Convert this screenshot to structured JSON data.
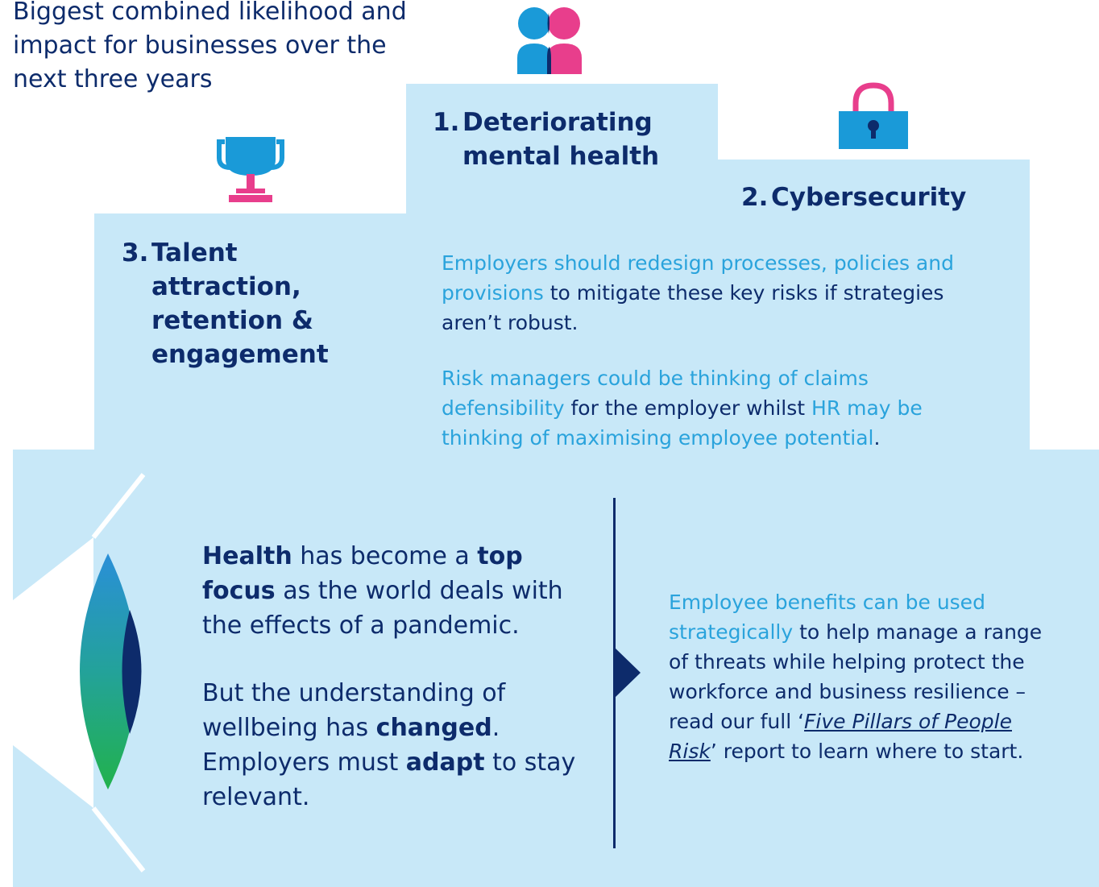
{
  "intro": "Biggest combined likelihood and impact for businesses over the next three years",
  "risks": [
    {
      "rank": "1.",
      "label": "Deteriorating mental health",
      "icon": "people-icon"
    },
    {
      "rank": "2.",
      "label": "Cybersecurity",
      "icon": "padlock-icon"
    },
    {
      "rank": "3.",
      "label": "Talent attraction, retention & engagement",
      "icon": "trophy-icon"
    }
  ],
  "middle": {
    "p1_highlight": "Employers should redesign processes, policies and provisions",
    "p1_rest": " to mitigate these key risks if strategies aren’t robust.",
    "p2_highlight1": "Risk managers could be thinking of claims defensibility",
    "p2_mid": " for the employer whilst ",
    "p2_highlight2": "HR may be thinking of maximising employee potential",
    "p2_end": "."
  },
  "health": {
    "w1": "Health",
    "t1": " has become a ",
    "w2": "top focus",
    "t2": " as the world deals with the effects of a pandemic.",
    "t3": "But the understanding of wellbeing has ",
    "w3": "changed",
    "t4": ". Employers must ",
    "w4": "adapt",
    "t5": " to stay relevant."
  },
  "benefits": {
    "highlight": "Employee benefits can be used strategically",
    "t1": " to help manage a range of threats while helping protect the workforce and business resilience – read our full ‘",
    "link": "Five Pillars of People Risk",
    "t2": "’ report to learn where to start."
  },
  "colors": {
    "panel": "#c8e8f8",
    "navy": "#0d2b6b",
    "accent_blue": "#2aa3dc",
    "icon_blue": "#1a9ad8",
    "pink": "#e83e8c"
  }
}
